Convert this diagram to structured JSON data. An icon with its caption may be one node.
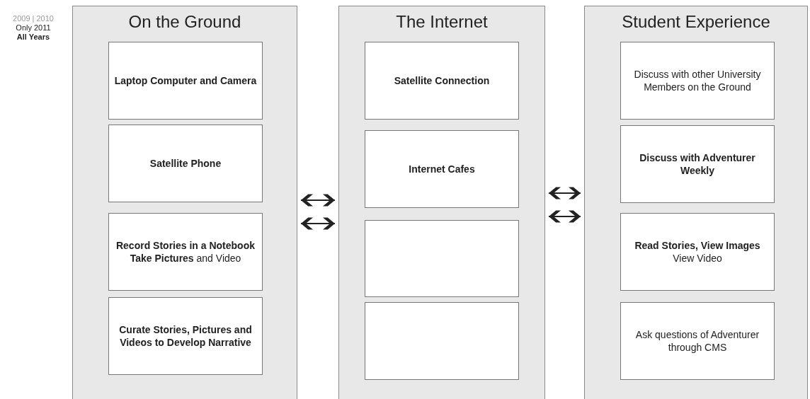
{
  "diagram": {
    "nodes": [
      {
        "text": [
          "On the Ground"
        ]
      },
      {
        "text": [
          "Laptop Computer and Camera"
        ],
        "in": 0
      },
      {
        "text": [
          "Satellite Phone"
        ],
        "in": 0
      },
      {
        "text": [
          "**Record Stories in a Notebook Take Pictures** and Video"
        ],
        "in": 0
      },
      {
        "text": [
          "Curate Stories, Pictures and Videos to Develop Narrative"
        ],
        "in": 0
      },
      {
        "text": [
          "The Internet"
        ]
      },
      {
        "text": [
          "Satellite Connection"
        ],
        "in": 5
      },
      {
        "text": [
          "Internet Cafes"
        ],
        "in": 5
      },
      {
        "text": [],
        "shape": "box",
        "in": 5
      },
      {
        "text": [],
        "shape": "box",
        "in": 5
      },
      {
        "text": [
          "Student Experience"
        ]
      },
      {
        "text": [
          "Discuss with other University Members on the Ground"
        ],
        "in": 10
      },
      {
        "text": [
          "Discuss with Adventurer Weekly"
        ],
        "in": 10
      },
      {
        "text": [
          "**Read Stories, View Images** View Video"
        ],
        "in": 10
      },
      {
        "text": [
          "Ask questions of Adventurer through CMS"
        ],
        "in": 10
      }
    ],
    "edges": [
      {
        "from": 0,
        "to": 5,
        "arrow": "both"
      },
      {
        "from": 0,
        "to": 5,
        "arrow": "both"
      },
      {
        "from": 5,
        "to": 10,
        "arrow": "both"
      },
      {
        "from": 5,
        "to": 10,
        "arrow": "both"
      }
    ],
    "legend": [
      {
        "text": "2009 | 2010"
      },
      {
        "text": "Only 2011"
      },
      {
        "text": "All Years"
      }
    ]
  }
}
